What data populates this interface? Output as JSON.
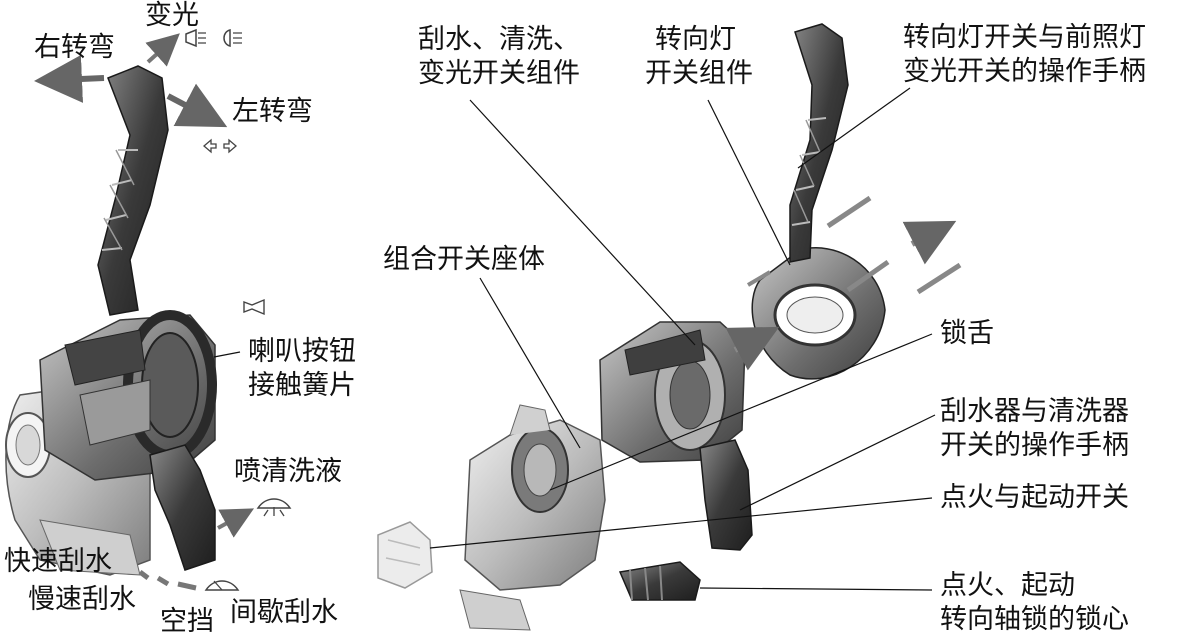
{
  "colors": {
    "ink": "#111111",
    "part_dark": "#3a3a3a",
    "part_mid": "#6d6d6d",
    "part_light": "#a9a9a9",
    "part_pale": "#d4d4d4"
  },
  "left_view": {
    "labels": {
      "right_turn": "右转弯",
      "dimmer": "变光",
      "left_turn": "左转弯",
      "horn_contact_line1": "喇叭按钮",
      "horn_contact_line2": "接触簧片",
      "washer_spray": "喷清洗液",
      "fast_wipe": "快速刮水",
      "slow_wipe": "慢速刮水",
      "neutral": "空挡",
      "intermittent_wipe": "间歇刮水"
    },
    "icons": [
      "headlamp-low-icon",
      "headlamp-high-icon",
      "turn-arrows-icon",
      "horn-icon",
      "windshield-washer-icon",
      "windshield-wiper-icon"
    ]
  },
  "right_view": {
    "labels": {
      "wiper_assembly_line1": "刮水、清洗、",
      "wiper_assembly_line2": "变光开关组件",
      "turn_assembly_line1": "转向灯",
      "turn_assembly_line2": "开关组件",
      "turn_handle_line1": "转向灯开关与前照灯",
      "turn_handle_line2": "变光开关的操作手柄",
      "switch_base": "组合开关座体",
      "lock_tongue": "锁舌",
      "wiper_handle_line1": "刮水器与清洗器",
      "wiper_handle_line2": "开关的操作手柄",
      "ignition_switch": "点火与起动开关",
      "lock_core_line1": "点火、起动",
      "lock_core_line2": "转向轴锁的锁心"
    }
  }
}
